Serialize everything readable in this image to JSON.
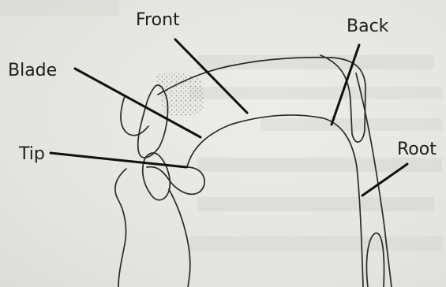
{
  "diagram": {
    "labels": {
      "front": "Front",
      "back": "Back",
      "blade": "Blade",
      "tip": "Tip",
      "root": "Root"
    }
  }
}
